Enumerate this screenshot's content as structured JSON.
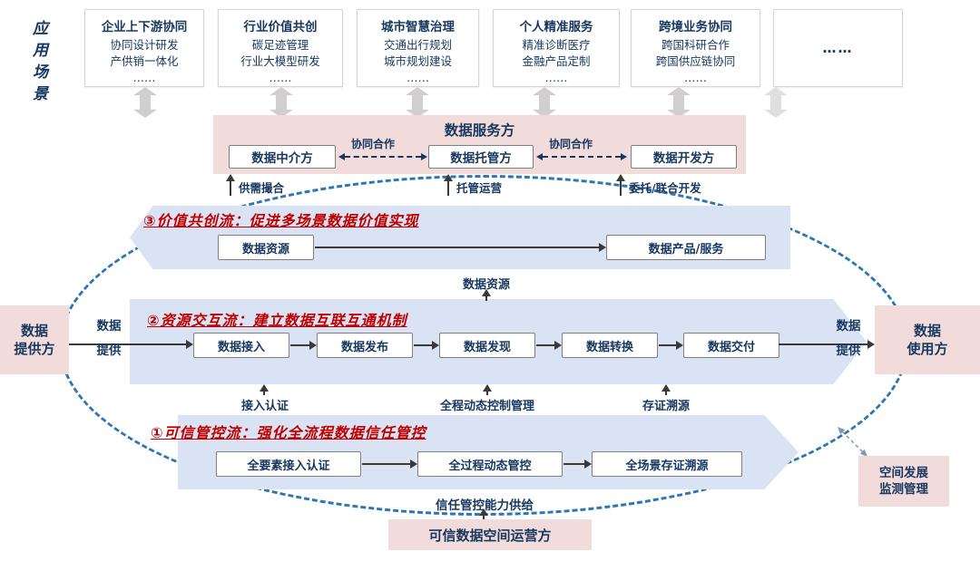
{
  "colors": {
    "dark_blue": "#17375e",
    "red": "#c00000",
    "pink": "#f2dcdb",
    "band_blue": "#dae3f3",
    "ellipse_blue": "#2e75b6"
  },
  "scenario_label": "应用场景",
  "app_scenarios": [
    {
      "title": "企业上下游协同",
      "items": [
        "协同设计研发",
        "产供销一体化",
        "……"
      ]
    },
    {
      "title": "行业价值共创",
      "items": [
        "碳足迹管理",
        "行业大模型研发",
        "……"
      ]
    },
    {
      "title": "城市智慧治理",
      "items": [
        "交通出行规划",
        "城市规划建设",
        "……"
      ]
    },
    {
      "title": "个人精准服务",
      "items": [
        "精准诊断医疗",
        "金融产品定制",
        "……"
      ]
    },
    {
      "title": "跨境业务协同",
      "items": [
        "跨国科研合作",
        "跨国供应链协同",
        "……"
      ]
    }
  ],
  "more_label": "……",
  "service_banner": {
    "title": "数据服务方",
    "collab_left": "协同合作",
    "collab_right": "协同合作",
    "roles": [
      "数据中介方",
      "数据托管方",
      "数据开发方"
    ],
    "functions": [
      "供需撮合",
      "托管运营",
      "委托/联合开发"
    ]
  },
  "flow3": {
    "title": "③价值共创流：促进多场景数据价值实现",
    "source": "数据资源",
    "target": "数据产品/服务"
  },
  "flow2": {
    "title": "②资源交互流：建立数据互联互通机制",
    "steps": [
      "数据接入",
      "数据发布",
      "数据发现",
      "数据转换",
      "数据交付"
    ]
  },
  "flow1": {
    "title": "①可信管控流：强化全流程数据信任管控",
    "steps": [
      "全要素接入认证",
      "全过程动态管控",
      "全场景存证溯源"
    ]
  },
  "connectors": {
    "data_resource": "数据资源",
    "access_auth": "接入认证",
    "dynamic_control": "全程动态控制管理",
    "evidence": "存证溯源",
    "trust_supply": "信任管控能力供给"
  },
  "provider": {
    "lines": [
      "数据",
      "提供方"
    ],
    "flow_label": [
      "数据",
      "提供"
    ]
  },
  "consumer": {
    "lines": [
      "数据",
      "使用方"
    ],
    "flow_label": [
      "数据",
      "提供"
    ]
  },
  "operator_label": "可信数据空间运营方",
  "monitor": {
    "lines": [
      "空间发展",
      "监测管理"
    ]
  }
}
